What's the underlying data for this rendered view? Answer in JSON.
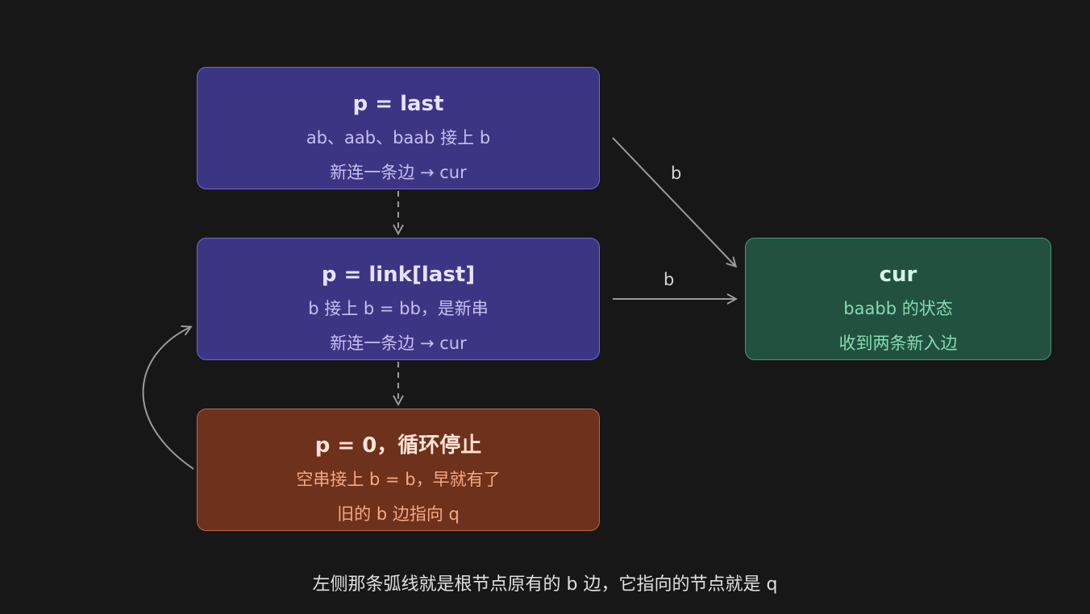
{
  "nodes": {
    "last": {
      "title": "p = last",
      "line1": "ab、aab、baab 接上 b",
      "line2": "新连一条边 → cur"
    },
    "link": {
      "title": "p = link[last]",
      "line1": "b 接上 b = bb，是新串",
      "line2": "新连一条边 → cur"
    },
    "zero": {
      "title": "p = 0，循环停止",
      "line1": "空串接上 b = b，早就有了",
      "line2": "旧的 b 边指向 q"
    },
    "cur": {
      "title": "cur",
      "line1": "baabb 的状态",
      "line2": "收到两条新入边"
    }
  },
  "edges": {
    "last_to_cur": "b",
    "link_to_cur": "b"
  },
  "caption": "左侧那条弧线就是根节点原有的 b 边，它指向的节点就是 q",
  "colors": {
    "background": "#171717",
    "purple_fill": "#3c3583",
    "green_fill": "#22513f",
    "brown_fill": "#6d311c",
    "arrow": "#9a9a9a"
  }
}
